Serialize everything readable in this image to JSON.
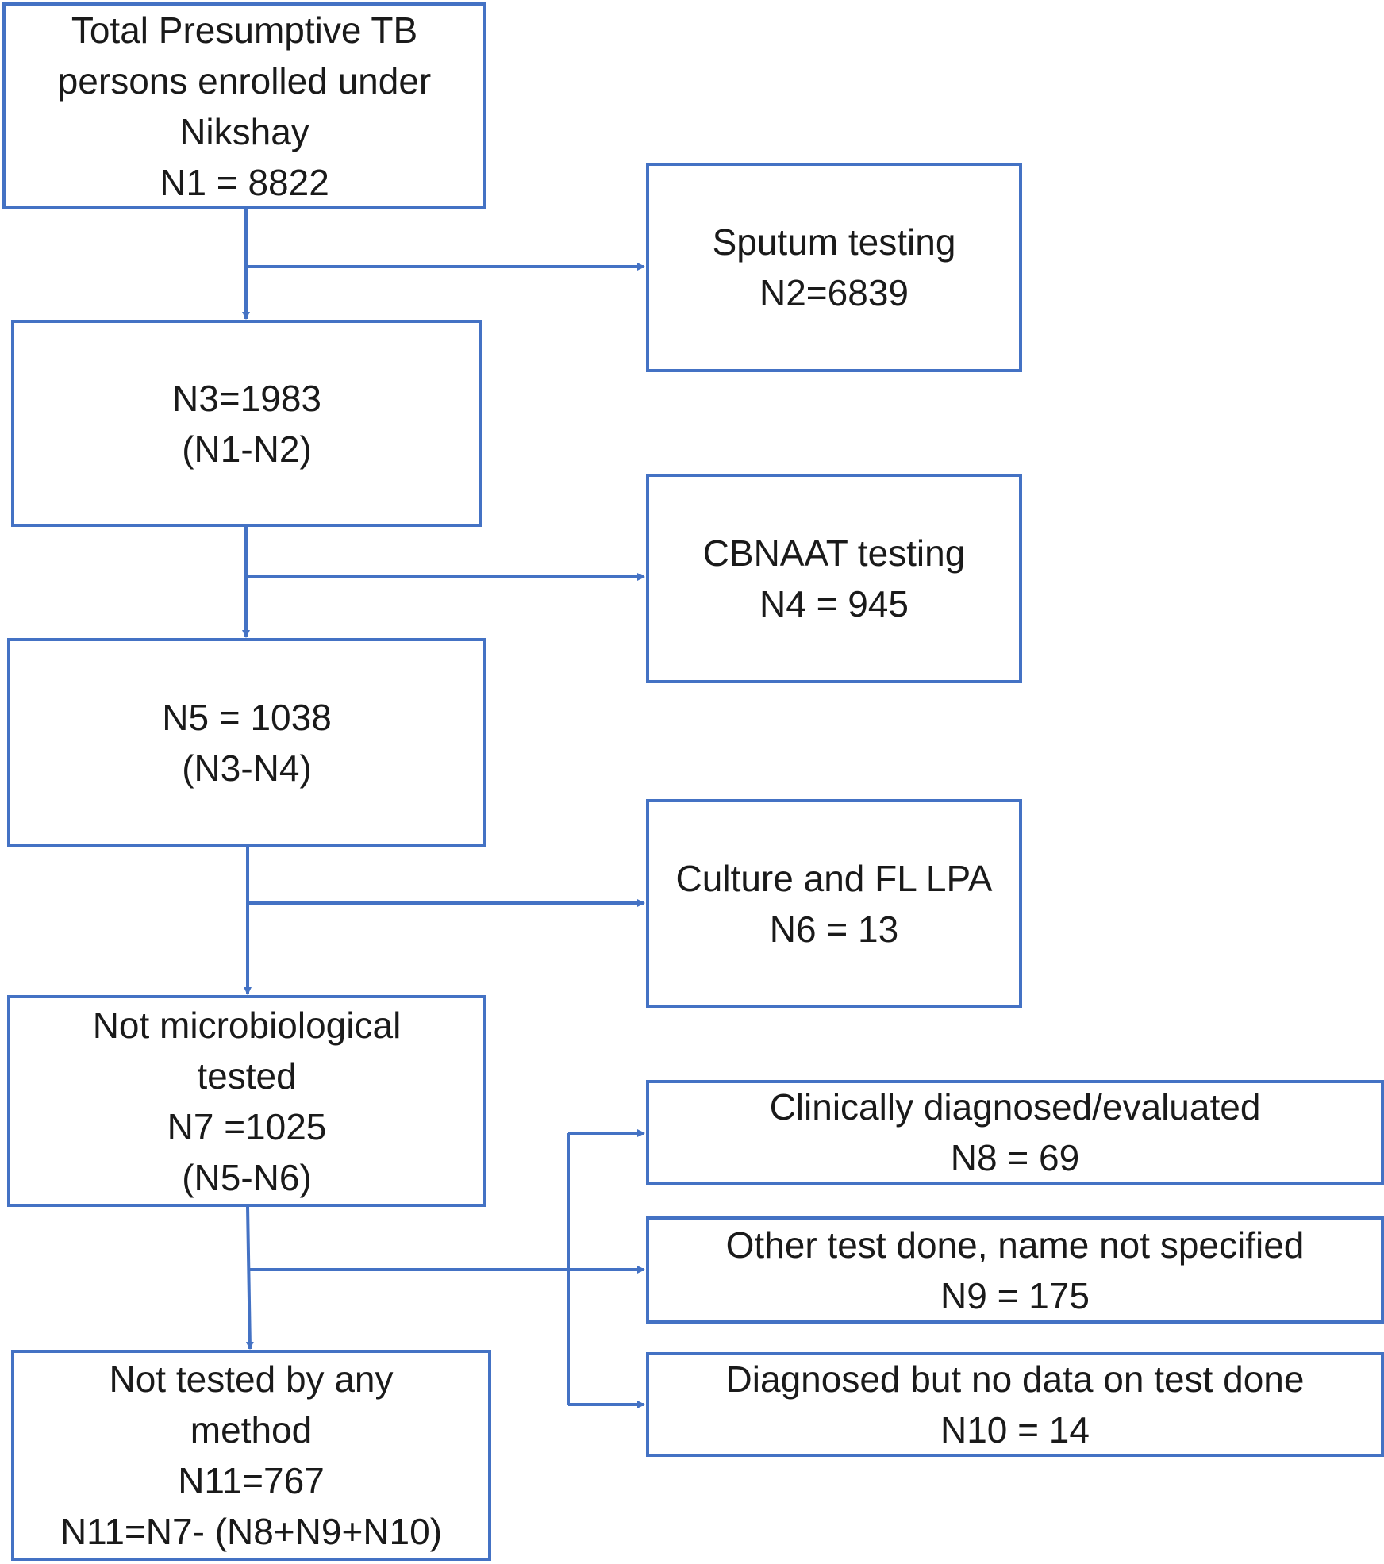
{
  "colors": {
    "line": "#4472c4",
    "text": "#1a1a1a",
    "background": "#ffffff"
  },
  "boxes": {
    "n1": [
      "Total Presumptive TB",
      "persons enrolled under",
      "Nikshay",
      "N1 = 8822"
    ],
    "n2": [
      "Sputum testing",
      "N2=6839"
    ],
    "n3": [
      "N3=1983",
      "(N1-N2)"
    ],
    "n4": [
      "CBNAAT testing",
      "N4 = 945"
    ],
    "n5": [
      "N5 = 1038",
      "(N3-N4)"
    ],
    "n6": [
      "Culture and FL LPA",
      "N6 = 13"
    ],
    "n7": [
      "Not microbiological",
      "tested",
      "N7 =1025",
      "(N5-N6)"
    ],
    "n8": [
      "Clinically diagnosed/evaluated",
      "N8 = 69"
    ],
    "n9": [
      "Other test done, name not specified",
      "N9 = 175"
    ],
    "n10": [
      "Diagnosed but no data on test done",
      "N10 = 14"
    ],
    "n11": [
      "Not tested by any",
      "method",
      "N11=767",
      "N11=N7- (N8+N9+N10)"
    ]
  }
}
